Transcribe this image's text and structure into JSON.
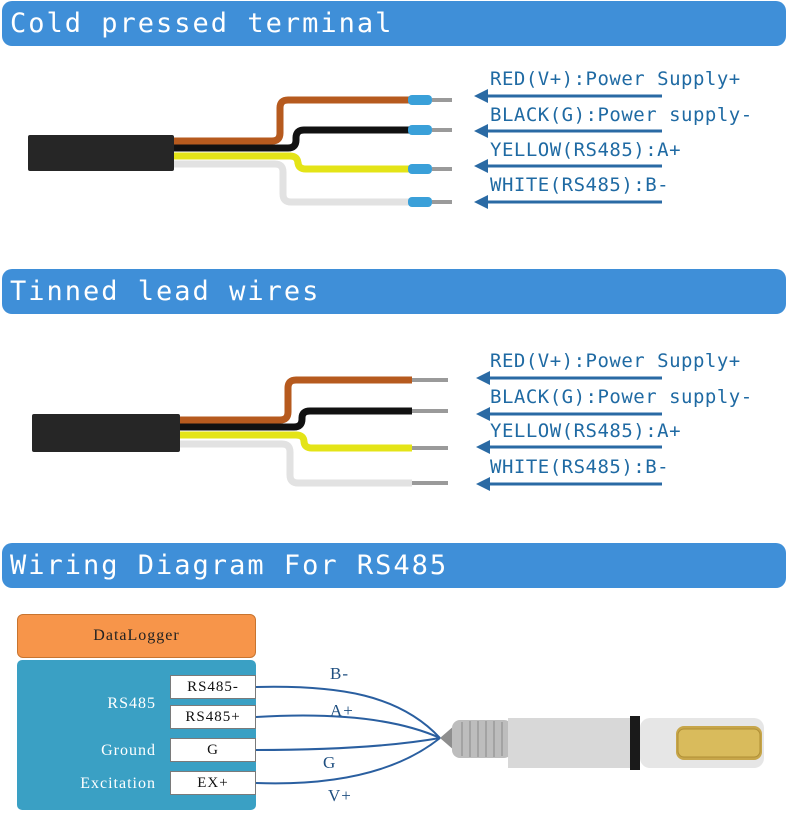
{
  "sections": [
    {
      "title": "Cold pressed terminal",
      "labels": [
        "RED(V+):Power Supply+",
        "BLACK(G):Power supply-",
        "YELLOW(RS485):A+",
        "WHITE(RS485):B-"
      ]
    },
    {
      "title": "Tinned lead wires",
      "labels": [
        "RED(V+):Power Supply+",
        "BLACK(G):Power supply-",
        "YELLOW(RS485):A+",
        "WHITE(RS485):B-"
      ]
    }
  ],
  "wiring": {
    "title": "Wiring Diagram For RS485",
    "datalogger": "DataLogger",
    "groups": {
      "rs485": "RS485",
      "ground": "Ground",
      "excitation": "Excitation"
    },
    "ports": [
      "RS485-",
      "RS485+",
      "G",
      "EX+"
    ],
    "wires": [
      "B-",
      "A+",
      "G",
      "V+"
    ]
  },
  "colors": {
    "banner": "#3f8fd8",
    "label_text": "#1f6aa3",
    "arrow": "#2a6aa4",
    "wire_red": "#b65a1e",
    "wire_black": "#111111",
    "wire_yellow": "#e4e417",
    "wire_white": "#e2e2e2",
    "terminal": "#3aa0d9",
    "datalogger_header": "#f7954a",
    "datalogger_body": "#3aa0c4"
  }
}
